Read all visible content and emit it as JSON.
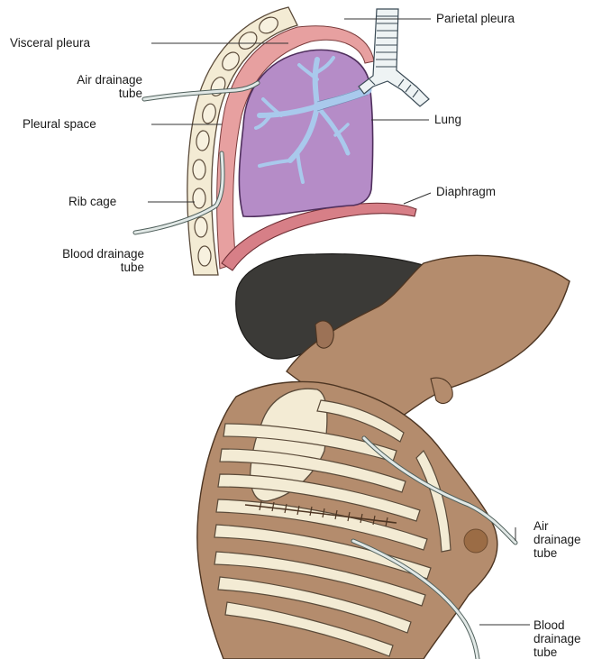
{
  "labels": {
    "parietal_pleura": "Parietal pleura",
    "visceral_pleura": "Visceral pleura",
    "air_tube_top_1": "Air drainage",
    "air_tube_top_2": "tube",
    "pleural_space": "Pleural space",
    "lung": "Lung",
    "diaphragm": "Diaphragm",
    "rib_cage": "Rib cage",
    "blood_tube_top_1": "Blood drainage",
    "blood_tube_top_2": "tube",
    "air_tube_bottom_1": "Air",
    "air_tube_bottom_2": "drainage",
    "air_tube_bottom_3": "tube",
    "blood_tube_bottom_1": "Blood",
    "blood_tube_bottom_2": "drainage",
    "blood_tube_bottom_3": "tube"
  },
  "colors": {
    "lung_fill": "#b58cc7",
    "bronchi": "#a9c9ec",
    "pleura": "#e7a0a0",
    "rib": "#f3ebd4",
    "skin": "#b48c6d",
    "hair": "#3b3a37",
    "tube": "#cfd8d6"
  }
}
